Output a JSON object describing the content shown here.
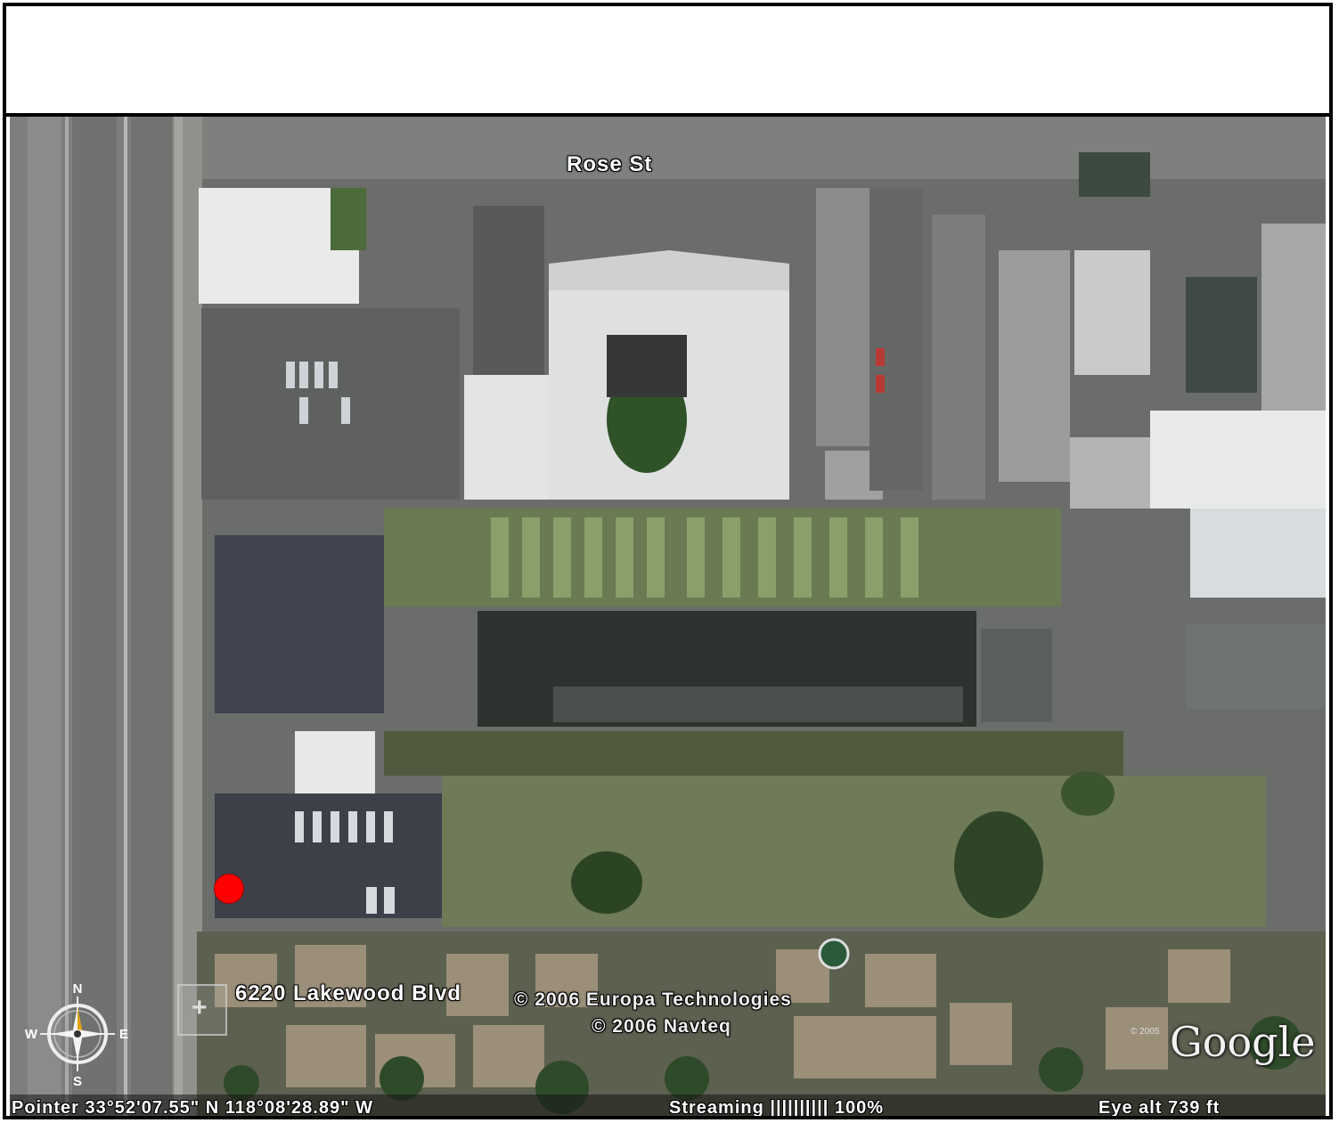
{
  "map": {
    "street_label": "Rose St",
    "address_label": "6220 Lakewood Blvd",
    "copyright_1": "© 2006 Europa Technologies",
    "copyright_2": "© 2006 Navteq",
    "logo_text": "Google",
    "imagery_year": "© 2005"
  },
  "compass": {
    "north": "N",
    "south": "S",
    "east": "E",
    "west": "W"
  },
  "status_bar": {
    "pointer": "Pointer  33°52'07.55\" N   118°08'28.89\" W",
    "streaming": "Streaming ||||||||||  100%",
    "eye_alt": "Eye  alt      739 ft"
  },
  "colors": {
    "marker": "#ff0000",
    "frame": "#000000"
  }
}
